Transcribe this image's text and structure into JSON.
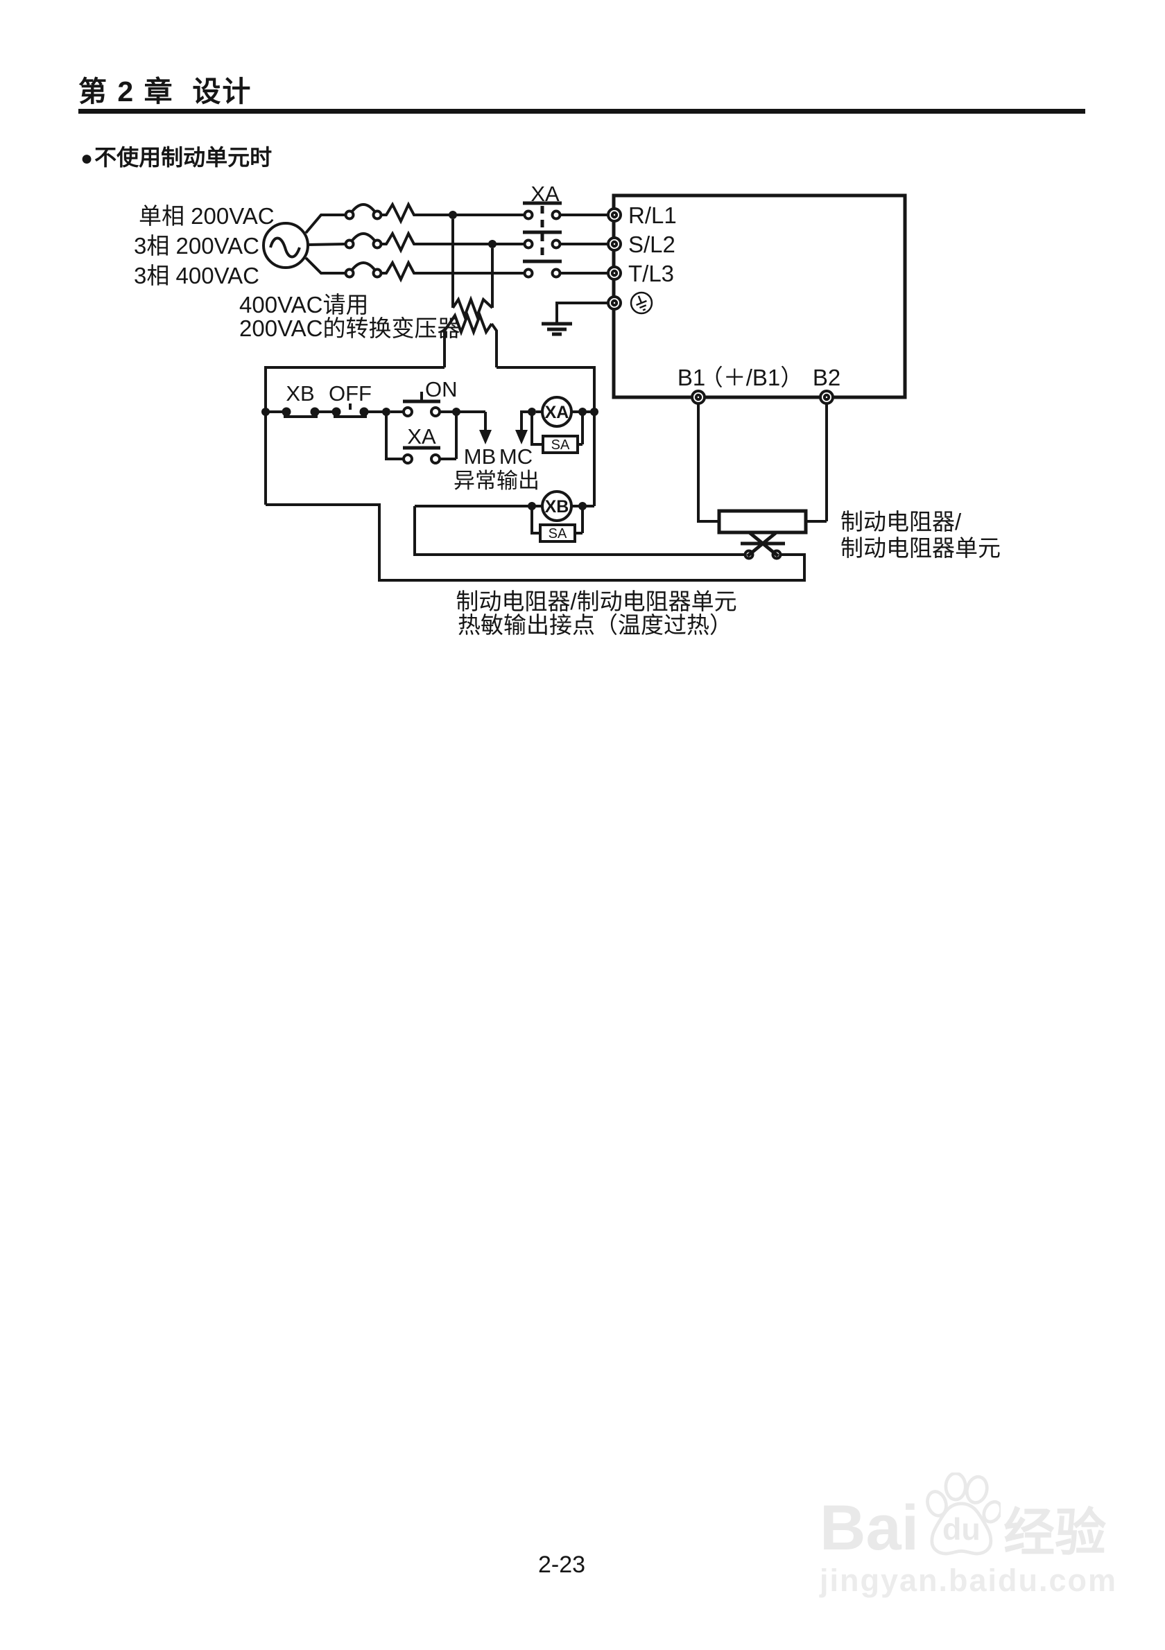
{
  "page": {
    "header": "第 2 章  设计",
    "bullet_icon": "●",
    "section_title": "不使用制动单元时",
    "page_number": "2-23"
  },
  "colors": {
    "ink": "#161616",
    "paper": "#ffffff",
    "watermark": "#e9e9e9"
  },
  "diagram": {
    "source_labels": [
      "单相 200VAC",
      "3相 200VAC",
      "3相 400VAC"
    ],
    "transformer_note": [
      "400VAC请用",
      "200VAC的转换变压器"
    ],
    "contactor_label": "XA",
    "input_terminals": [
      "R/L1",
      "S/L2",
      "T/L3"
    ],
    "ground_icon": "protective-earth",
    "brake_terminals": {
      "b1": "B1",
      "b1_alt": "（＋/B1）",
      "b2": "B2"
    },
    "control": {
      "xb_contact": "XB",
      "off_button": "OFF",
      "on_button": "ON",
      "xa_contact": "XA",
      "mb": "MB",
      "mc": "MC",
      "fault_output": "异常输出",
      "xa_coil": "XA",
      "xb_coil": "XB",
      "sa": "SA"
    },
    "resistor_label": [
      "制动电阻器/",
      "制动电阻器单元"
    ],
    "caption": [
      "制动电阻器/制动电阻器单元",
      "热敏输出接点（温度过热）"
    ]
  },
  "watermark": {
    "brand": "Bai",
    "brand_du": "du",
    "brand_cn": "经验",
    "url": "jingyan.baidu.com"
  }
}
